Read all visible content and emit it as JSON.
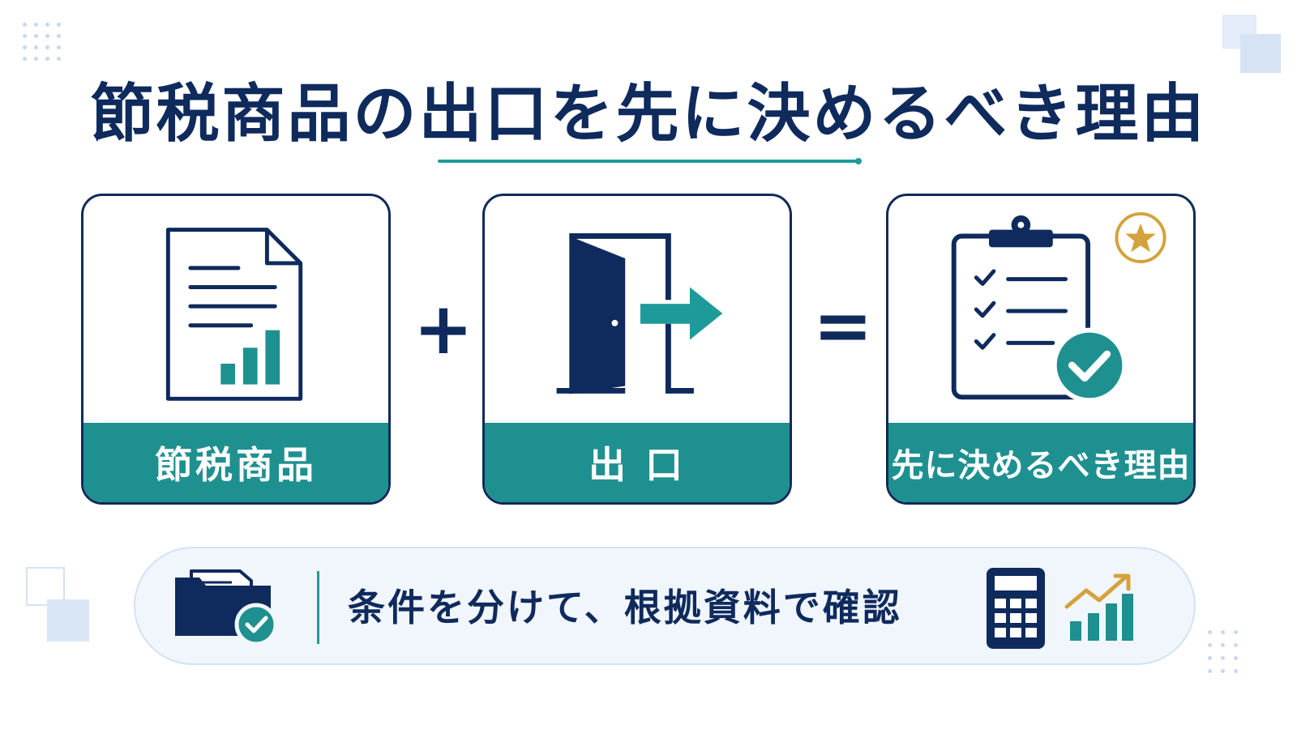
{
  "title": "節税商品の出口を先に決めるべき理由",
  "cards": [
    {
      "label": "節税商品",
      "icon": "document-chart-icon"
    },
    {
      "label": "出 口",
      "icon": "exit-door-icon"
    },
    {
      "label": "先に決めるべき理由",
      "icon": "checklist-clipboard-icon"
    }
  ],
  "operators": {
    "plus": "+",
    "equals": "="
  },
  "bottom": {
    "text": "条件を分けて、根拠資料で確認",
    "left_icon": "folder-check-icon",
    "right_icons": [
      "calculator-icon",
      "growth-chart-icon"
    ]
  },
  "colors": {
    "navy": "#0f2a5c",
    "teal": "#1f9090",
    "gold": "#d4a23c"
  }
}
